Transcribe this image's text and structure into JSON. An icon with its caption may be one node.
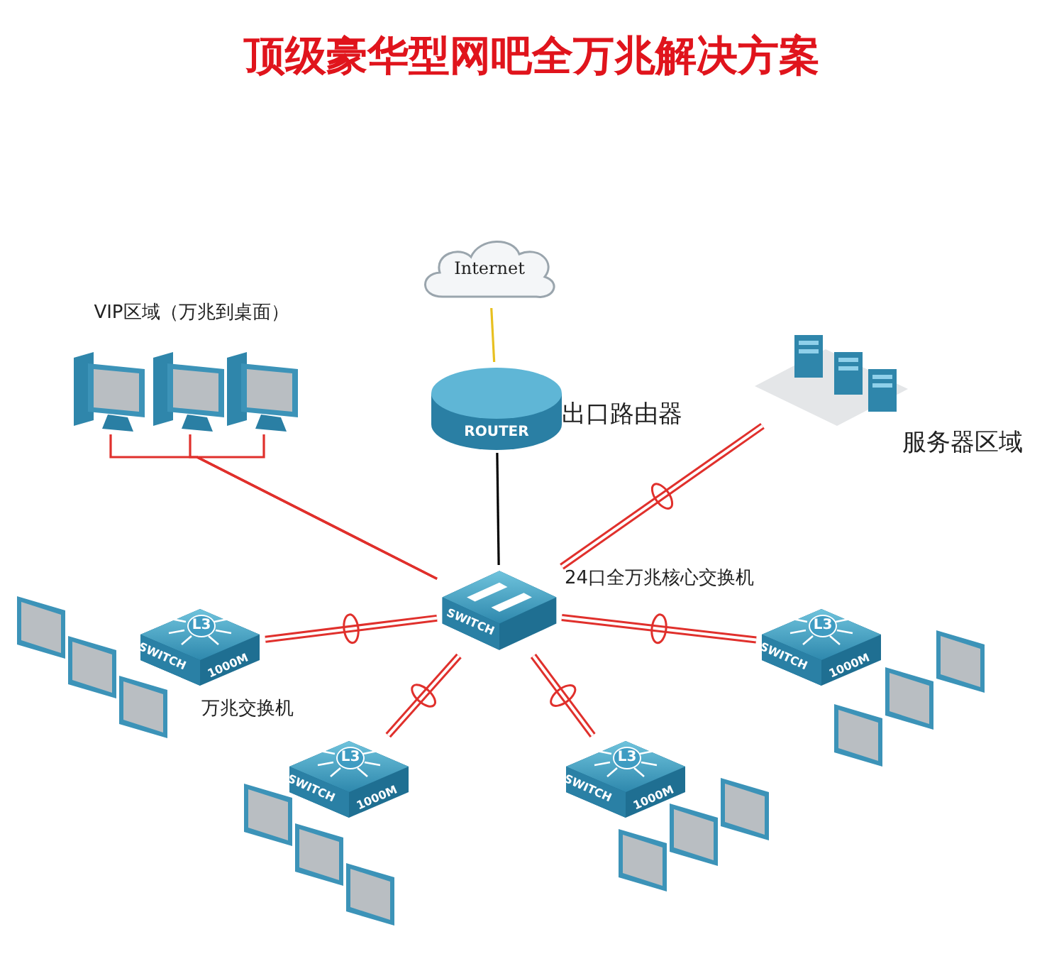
{
  "diagram": {
    "title": "顶级豪华型网吧全万兆解决方案",
    "nodes": [
      {
        "text": [
          "Internet"
        ]
      },
      {
        "text": [
          "ROUTER"
        ],
        "beside": [
          "出口路由器"
        ]
      },
      {
        "text": [
          "SWITCH"
        ],
        "beside": [
          "24口全万兆核心交换机"
        ]
      },
      {
        "text": [],
        "shape": "picture"
      },
      {
        "text": [],
        "shape": "picture"
      },
      {
        "text": [],
        "shape": "picture"
      },
      {
        "text": [],
        "shape": "picture",
        "beside": [
          "服务器区域"
        ]
      },
      {
        "text": [
          "L3",
          "SWITCH",
          "1000M"
        ],
        "beside": [
          "万兆交换机"
        ]
      },
      {
        "text": [
          "L3",
          "SWITCH",
          "1000M"
        ]
      },
      {
        "text": [
          "L3",
          "SWITCH",
          "1000M"
        ]
      },
      {
        "text": [
          "L3",
          "SWITCH",
          "1000M"
        ]
      }
    ],
    "edges": [
      {
        "from": 0,
        "to": 1,
        "arrow": "none",
        "color": "#e8c020"
      },
      {
        "from": 1,
        "to": 2,
        "arrow": "none",
        "color": "#000000"
      },
      {
        "from": 3,
        "to": 2,
        "arrow": "none"
      },
      {
        "from": 4,
        "to": 2,
        "arrow": "none"
      },
      {
        "from": 5,
        "to": 2,
        "arrow": "none"
      },
      {
        "from": 6,
        "to": 2,
        "arrow": "none",
        "style": "thick"
      },
      {
        "from": 7,
        "to": 2,
        "arrow": "none",
        "style": "thick"
      },
      {
        "from": 8,
        "to": 2,
        "arrow": "none",
        "style": "thick"
      },
      {
        "from": 9,
        "to": 2,
        "arrow": "none",
        "style": "thick"
      },
      {
        "from": 10,
        "to": 2,
        "arrow": "none",
        "style": "thick"
      }
    ],
    "labels": [
      "VIP区域（万兆到桌面）"
    ]
  }
}
